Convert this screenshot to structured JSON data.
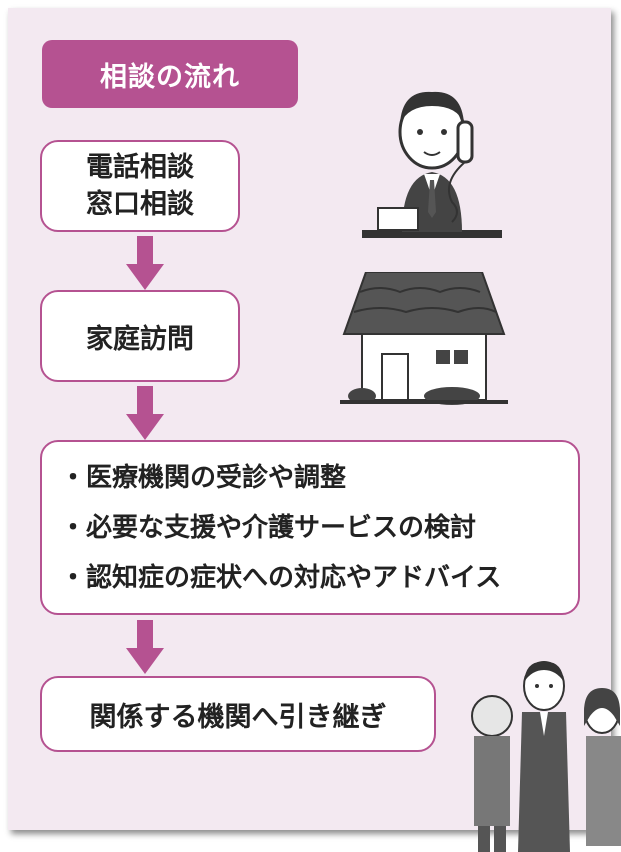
{
  "title": "相談の流れ",
  "steps": {
    "step1_lines": [
      "電話相談",
      "窓口相談"
    ],
    "step2": "家庭訪問",
    "step3_items": [
      "・医療機関の受診や調整",
      "・必要な支援や介護サービスの検討",
      "・認知症の症状への対応やアドバイス"
    ],
    "step4": "関係する機関へ引き継ぎ"
  },
  "colors": {
    "accent": "#b55291",
    "background": "#f3e9f1",
    "arrow": "#b55291"
  }
}
